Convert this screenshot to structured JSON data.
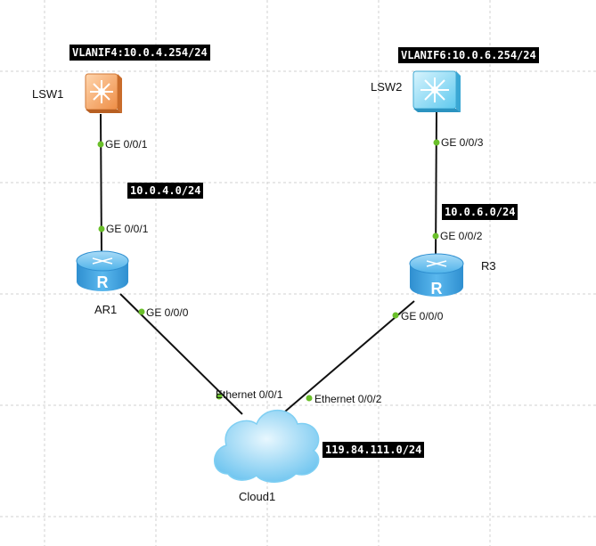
{
  "devices": {
    "lsw1": {
      "name": "LSW1"
    },
    "lsw2": {
      "name": "LSW2"
    },
    "ar1": {
      "name": "AR1"
    },
    "r3": {
      "name": "R3"
    },
    "cloud1": {
      "name": "Cloud1"
    }
  },
  "labels": {
    "vlanif4": "VLANIF4:10.0.4.254/24",
    "vlanif6": "VLANIF6:10.0.6.254/24",
    "net4": "10.0.4.0/24",
    "net6": "10.0.6.0/24",
    "net_cloud": "119.84.111.0/24"
  },
  "ports": {
    "lsw1_down": "GE 0/0/1",
    "ar1_up": "GE 0/0/1",
    "ar1_down": "GE 0/0/0",
    "lsw2_down": "GE 0/0/3",
    "r3_up": "GE 0/0/2",
    "r3_down": "GE 0/0/0",
    "cloud_left": "Ethernet 0/0/1",
    "cloud_right": "Ethernet 0/0/2"
  },
  "colors": {
    "lsw1": "#f3a86a",
    "lsw2": "#7fd6f2",
    "router": "#3ea3e0",
    "cloud": "#6cc3ef",
    "port_dot": "#6abf2a",
    "grid": "#d0d0d0"
  }
}
